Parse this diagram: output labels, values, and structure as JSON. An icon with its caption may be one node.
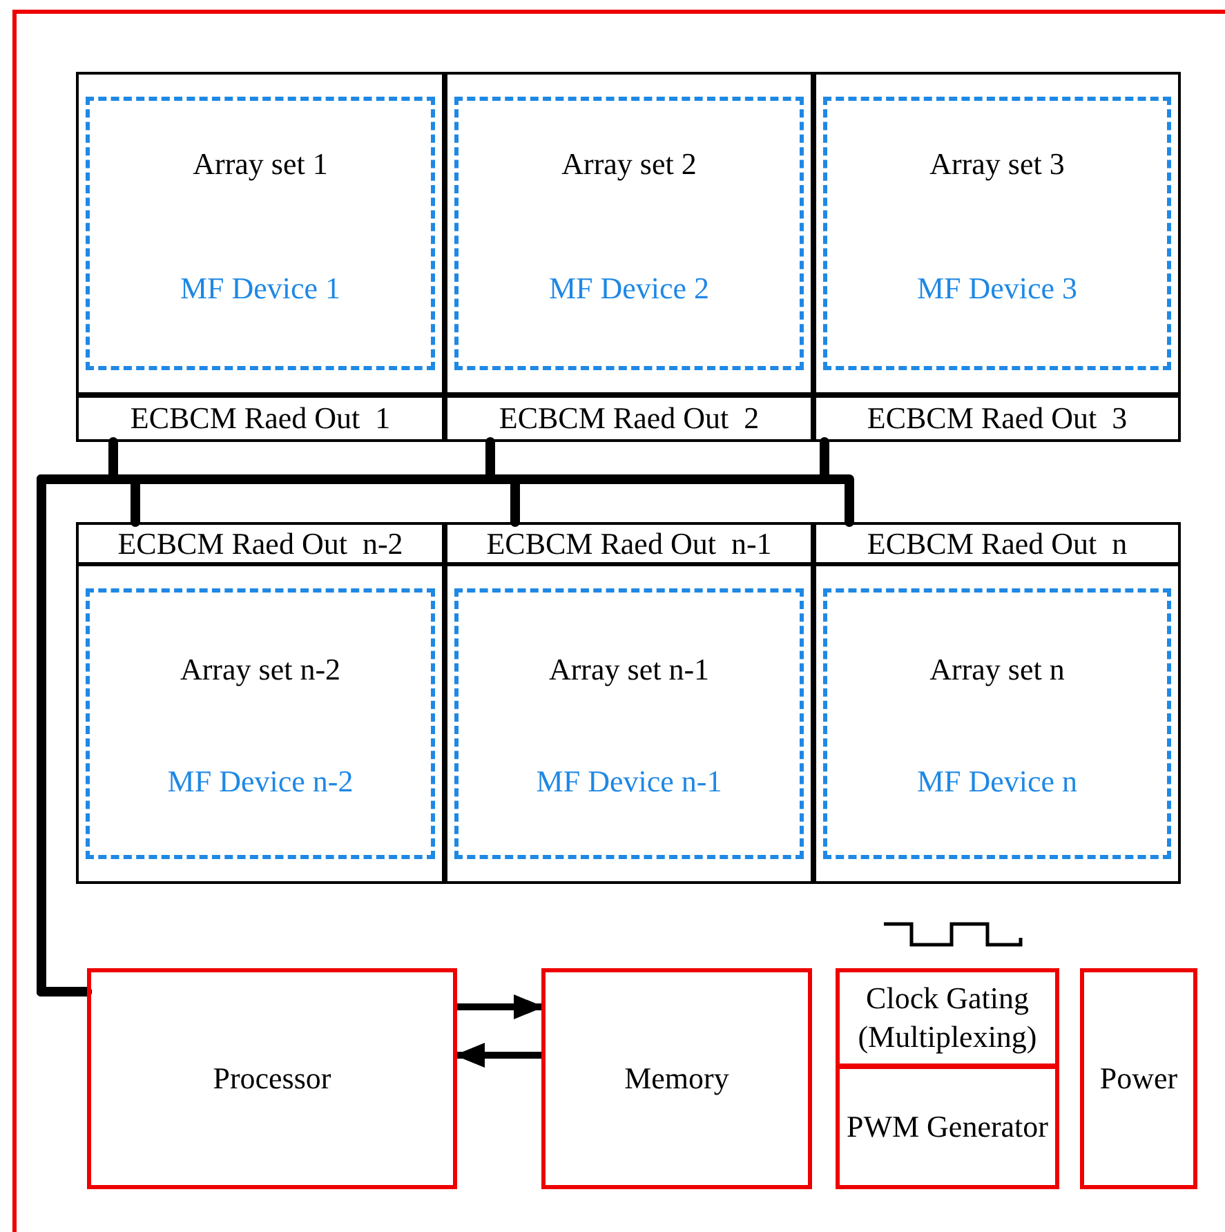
{
  "diagram": {
    "nodes": [
      {
        "text": [
          "Array set 1",
          "MF Device 1"
        ]
      },
      {
        "text": [
          "Array set 2",
          "MF Device 2"
        ]
      },
      {
        "text": [
          "Array set 3",
          "MF Device 3"
        ]
      },
      {
        "text": [
          "ECBCM Raed Out  1"
        ]
      },
      {
        "text": [
          "ECBCM Raed Out  2"
        ]
      },
      {
        "text": [
          "ECBCM Raed Out  3"
        ]
      },
      {
        "text": [
          "ECBCM Raed Out  n-2"
        ]
      },
      {
        "text": [
          "ECBCM Raed Out  n-1"
        ]
      },
      {
        "text": [
          "ECBCM Raed Out  n"
        ]
      },
      {
        "text": [
          "Array set n-2",
          "MF Device n-2"
        ]
      },
      {
        "text": [
          "Array set n-1",
          "MF Device n-1"
        ]
      },
      {
        "text": [
          "Array set n",
          "MF Device n"
        ]
      },
      {
        "text": [
          "Processor"
        ]
      },
      {
        "text": [
          "Memory"
        ]
      },
      {
        "text": [
          "Clock Gating (Multiplexing)"
        ]
      },
      {
        "text": [
          "PWM Generator"
        ]
      },
      {
        "text": [
          "Power"
        ]
      }
    ],
    "edges": [
      {
        "from": 3,
        "to": 12,
        "arrow": "none"
      },
      {
        "from": 4,
        "to": 12,
        "arrow": "none"
      },
      {
        "from": 5,
        "to": 12,
        "arrow": "none"
      },
      {
        "from": 6,
        "to": 12,
        "arrow": "none"
      },
      {
        "from": 7,
        "to": 12,
        "arrow": "none"
      },
      {
        "from": 8,
        "to": 12,
        "arrow": "none"
      },
      {
        "from": 12,
        "to": 13,
        "arrow": "to"
      },
      {
        "from": 13,
        "to": 12,
        "arrow": "to"
      }
    ]
  }
}
